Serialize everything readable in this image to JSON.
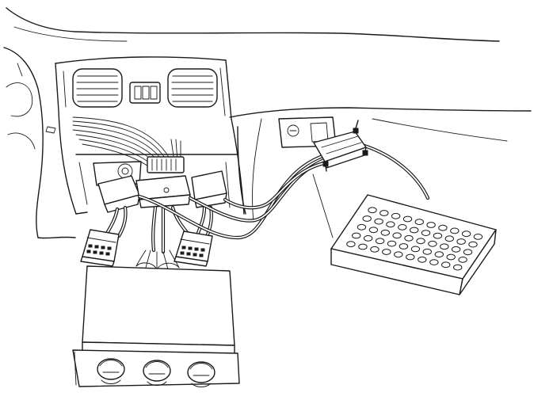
{
  "diagram": {
    "type": "technical-line-drawing",
    "parts": [
      "dashboard-outline",
      "center-air-vents",
      "hazard-switch",
      "dashboard-wiring-harness",
      "adapter-connector-left",
      "adapter-connector-center",
      "adapter-connector-right",
      "plug-left",
      "plug-right",
      "climate-control-unit",
      "control-knobs",
      "diagnostic-cable",
      "diagnostic-port",
      "d-sub-connector",
      "breakout-box"
    ],
    "breakout_box": {
      "rows": 5,
      "cols": 10
    },
    "control_unit": {
      "knobs": 3
    },
    "colors": {
      "stroke": "#1a1a1a",
      "background": "#ffffff"
    }
  }
}
